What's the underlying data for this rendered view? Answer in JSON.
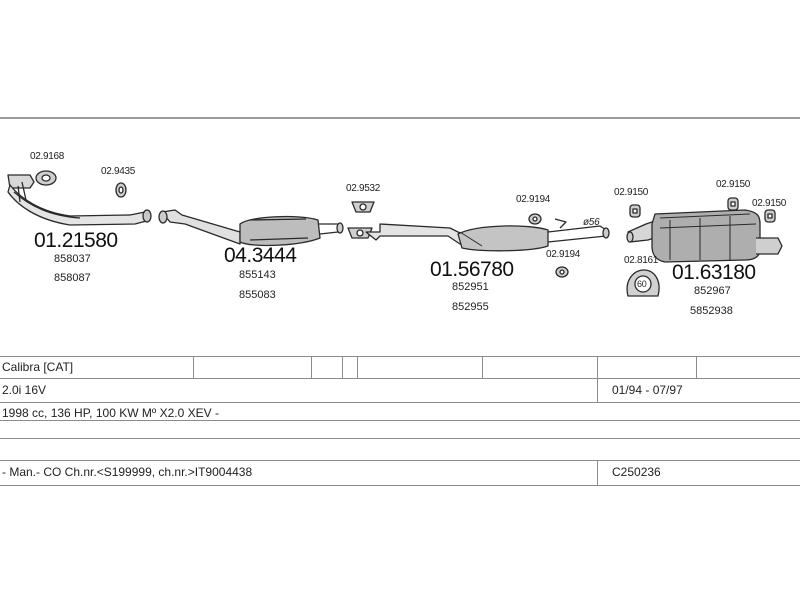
{
  "parts": [
    {
      "id": "p1",
      "main": "01.21580",
      "refs": [
        "858037",
        "858087"
      ]
    },
    {
      "id": "p2",
      "main": "04.3444",
      "refs": [
        "855143",
        "855083"
      ]
    },
    {
      "id": "p3",
      "main": "01.56780",
      "refs": [
        "852951",
        "852955"
      ]
    },
    {
      "id": "p4",
      "main": "01.63180",
      "refs": [
        "852967",
        "5852938"
      ]
    }
  ],
  "accessories": [
    {
      "code": "02.9168"
    },
    {
      "code": "02.9435"
    },
    {
      "code": "02.9532"
    },
    {
      "code": "02.9194"
    },
    {
      "code": "02.9194"
    },
    {
      "code": "02.9150"
    },
    {
      "code": "02.9150"
    },
    {
      "code": "02.9150"
    },
    {
      "code": "02.8161"
    }
  ],
  "pipe_size": "ø56",
  "clamp_size": "60",
  "vehicle": {
    "model": "Calibra  [CAT]",
    "engine": "2.0i 16V",
    "years": "01/94 - 07/97",
    "spec": "1998 cc, 136 HP, 100 KW Mº X2.0 XEV -",
    "notes": "- Man.- CO Ch.nr.<S199999, ch.nr.>IT9004438",
    "code": "C250236"
  }
}
